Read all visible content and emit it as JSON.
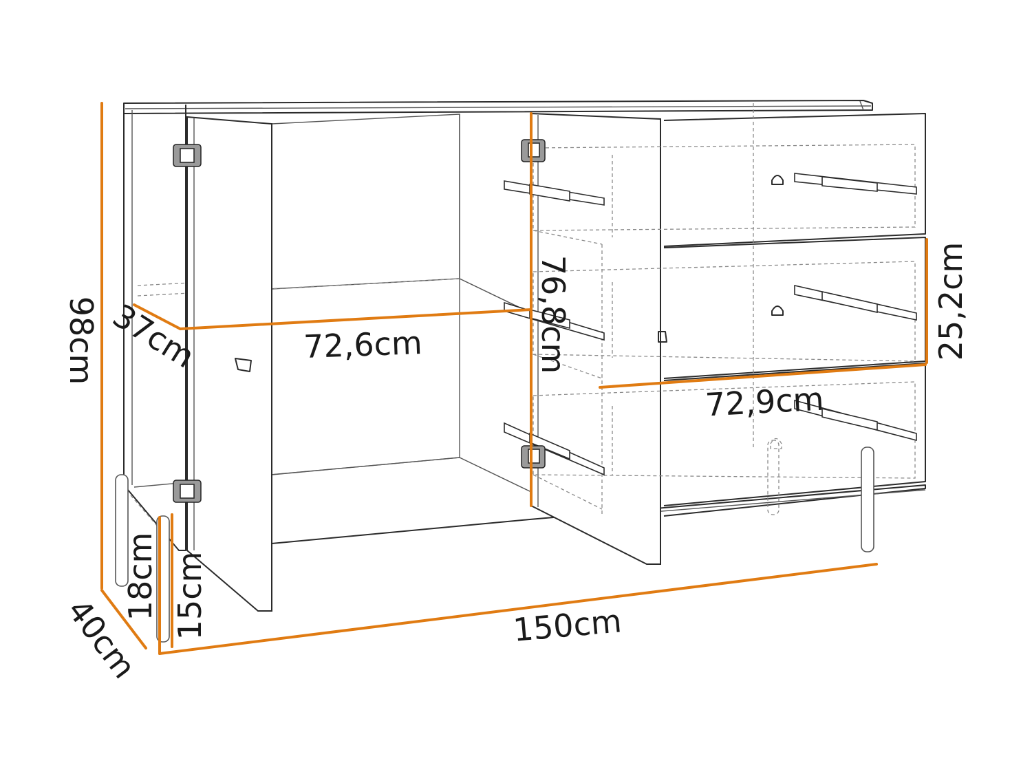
{
  "colors": {
    "accent": "#E07B12",
    "line": "#2b2b2b"
  },
  "dimensions": {
    "height_total": "98cm",
    "depth": "40cm",
    "width": "150cm",
    "leg_height": "18cm",
    "floor_clearance": "15cm",
    "inner_depth": "37cm",
    "compartment_width": "72,6cm",
    "compartment_height": "76,8cm",
    "drawer_height": "25,2cm",
    "drawer_width": "72,9cm"
  },
  "icons": [
    "hinge-icon",
    "drawer-slide-icon",
    "handle-cutout-icon",
    "leg-icon"
  ]
}
